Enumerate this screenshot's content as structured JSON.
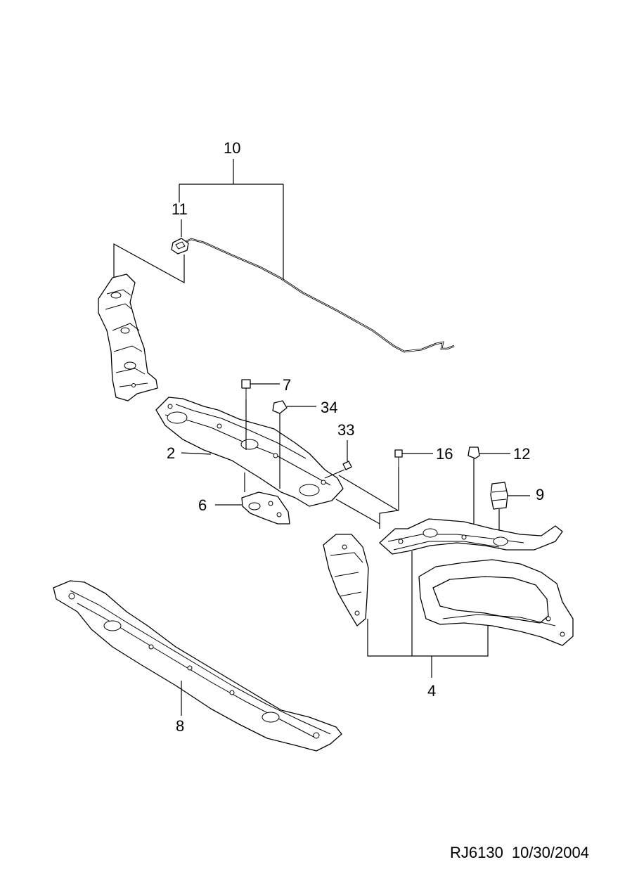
{
  "diagram": {
    "callouts": {
      "c10": "10",
      "c11": "11",
      "c7": "7",
      "c34": "34",
      "c33": "33",
      "c2": "2",
      "c16": "16",
      "c12": "12",
      "c9": "9",
      "c6": "6",
      "c4": "4",
      "c8": "8"
    },
    "footer": {
      "code": "RJ6130",
      "date": "10/30/2004"
    }
  }
}
